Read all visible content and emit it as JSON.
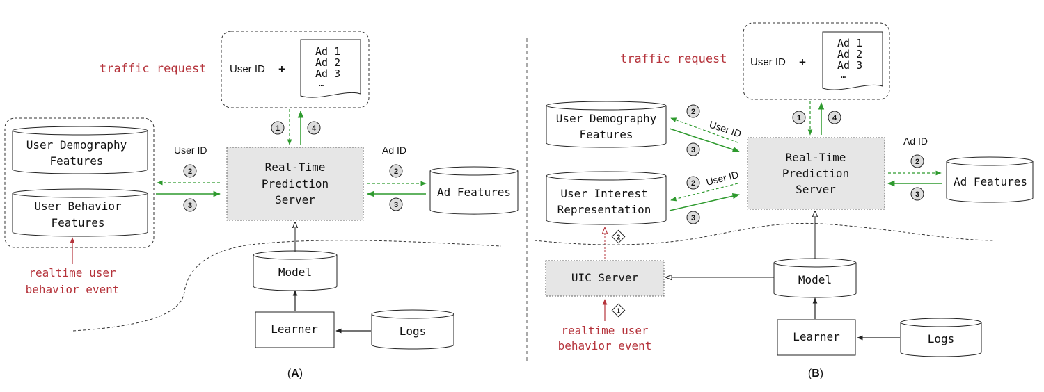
{
  "colors": {
    "green_arrow": "#2e9a2e",
    "red_text": "#b5333b",
    "box_fill": "#e6e6e6",
    "line": "#222222"
  },
  "panel_a": {
    "caption_open": "(",
    "caption_letter": "A",
    "caption_close": ")",
    "traffic_request": "traffic request",
    "user_id_plus": "User ID",
    "plus": "+",
    "ads": [
      "Ad 1",
      "Ad 2",
      "Ad 3",
      "…"
    ],
    "user_demography": [
      "User Demography",
      "Features"
    ],
    "user_behavior": [
      "User Behavior",
      "Features"
    ],
    "rtp_server": [
      "Real-Time",
      "Prediction",
      "Server"
    ],
    "ad_features": "Ad Features",
    "model": "Model",
    "learner": "Learner",
    "logs": "Logs",
    "realtime_event": [
      "realtime user",
      "behavior event"
    ],
    "label_user_id": "User ID",
    "label_ad_id": "Ad ID",
    "steps": [
      "1",
      "2",
      "3",
      "4"
    ]
  },
  "panel_b": {
    "caption_open": "(",
    "caption_letter": "B",
    "caption_close": ")",
    "traffic_request": "traffic request",
    "user_id_plus": "User ID",
    "plus": "+",
    "ads": [
      "Ad 1",
      "Ad 2",
      "Ad 3",
      "…"
    ],
    "user_demography": [
      "User Demography",
      "Features"
    ],
    "user_interest": [
      "User Interest",
      "Representation"
    ],
    "rtp_server": [
      "Real-Time",
      "Prediction",
      "Server"
    ],
    "ad_features": "Ad Features",
    "model": "Model",
    "learner": "Learner",
    "logs": "Logs",
    "uic_server": "UIC Server",
    "realtime_event": [
      "realtime user",
      "behavior event"
    ],
    "label_user_id": "User ID",
    "label_ad_id": "Ad ID",
    "steps": [
      "1",
      "2",
      "3",
      "4"
    ]
  }
}
